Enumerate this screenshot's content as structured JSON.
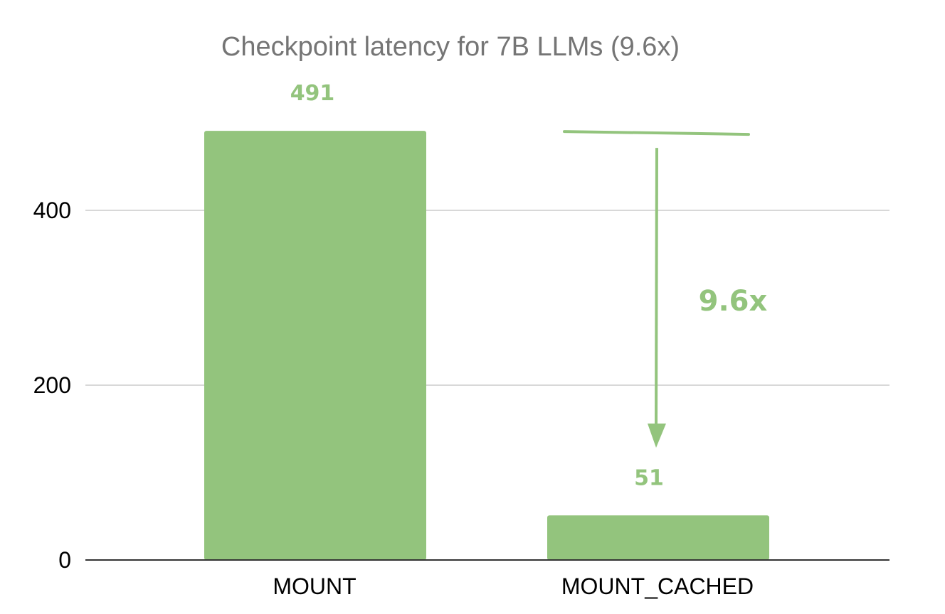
{
  "chart_data": {
    "type": "bar",
    "title": "Checkpoint latency for 7B LLMs (9.6x)",
    "xlabel": "",
    "ylabel": "",
    "categories": [
      "MOUNT",
      "MOUNT_CACHED"
    ],
    "values": [
      491,
      51
    ],
    "data_labels": [
      "491",
      "51"
    ],
    "ylim": [
      0,
      600
    ],
    "yticks": [
      0,
      200,
      400
    ],
    "ytick_labels": [
      "0",
      "200",
      "400"
    ],
    "grid": true,
    "legend": "none",
    "annotations": [
      {
        "text": "9.6x",
        "type": "arrow-down",
        "from_value": 491,
        "to_value": 51,
        "category": "MOUNT_CACHED"
      }
    ]
  },
  "colors": {
    "bar": "#93c47d",
    "data_label": "#93c47d",
    "annotation": "#93c47d",
    "title": "#757575",
    "gridline": "#cccccc",
    "axis": "#333333",
    "text": "#000000"
  }
}
